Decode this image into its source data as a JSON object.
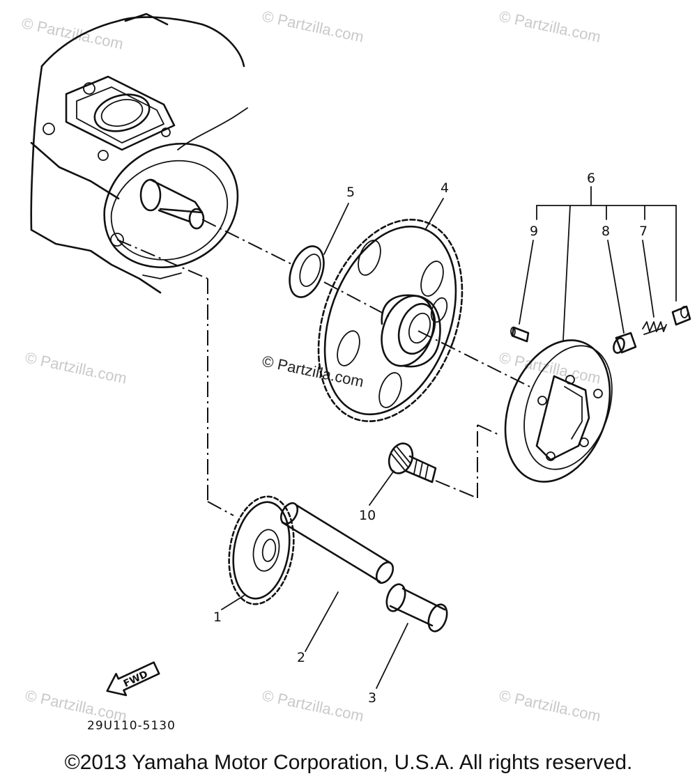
{
  "watermark": "© Partzilla.com",
  "diagram_code": "29U110-5130",
  "direction_label": "FWD",
  "copyright": "©2013 Yamaha Motor Corporation, U.S.A. All rights reserved.",
  "callouts": {
    "c1": "1",
    "c2": "2",
    "c3": "3",
    "c4": "4",
    "c5": "5",
    "c6": "6",
    "c7": "7",
    "c8": "8",
    "c9": "9",
    "c10": "10"
  }
}
